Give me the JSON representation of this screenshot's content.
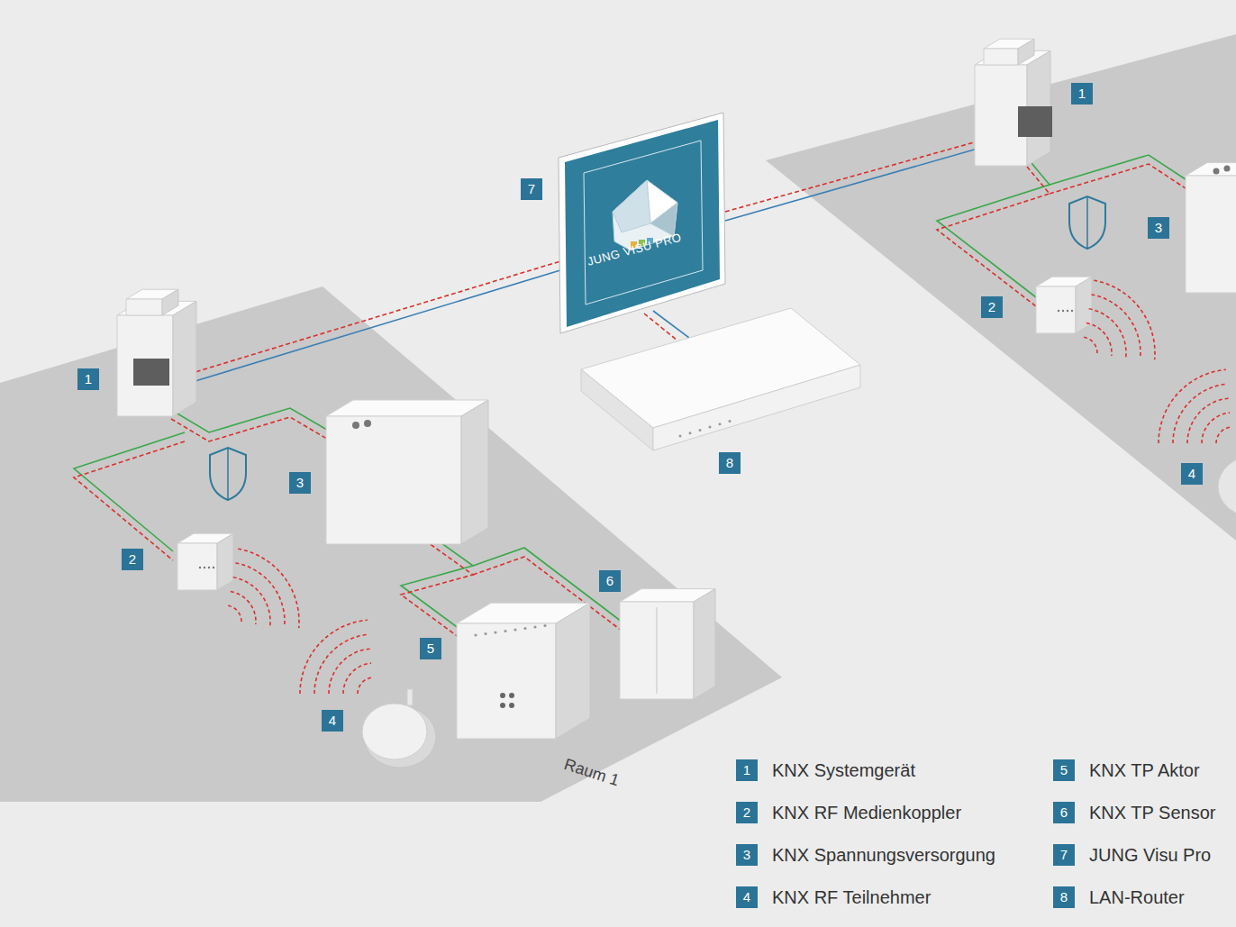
{
  "diagram": {
    "nodes": [
      {
        "text": [
          "JUNG VISU PRO"
        ]
      }
    ],
    "labels": [
      "1",
      "7",
      "3",
      "2",
      "1",
      "8",
      "4",
      "3",
      "2",
      "6",
      "5",
      "4",
      "Raum 1",
      "1",
      "2",
      "3",
      "4",
      "5",
      "6",
      "7",
      "8"
    ],
    "legend": [
      {
        "text": "KNX Systemgerät",
        "color": "#2b7497"
      },
      {
        "text": "KNX RF Medienkoppler",
        "color": "#2b7497"
      },
      {
        "text": "KNX Spannungsversorgung",
        "color": "#2b7497"
      },
      {
        "text": "KNX RF Teilnehmer",
        "color": "#2b7497"
      },
      {
        "text": "KNX TP Aktor",
        "color": "#2b7497"
      },
      {
        "text": "KNX TP Sensor",
        "color": "#2b7497"
      },
      {
        "text": "JUNG Visu Pro",
        "color": "#2b7497"
      },
      {
        "text": "LAN-Router",
        "color": "#2b7497"
      }
    ]
  }
}
